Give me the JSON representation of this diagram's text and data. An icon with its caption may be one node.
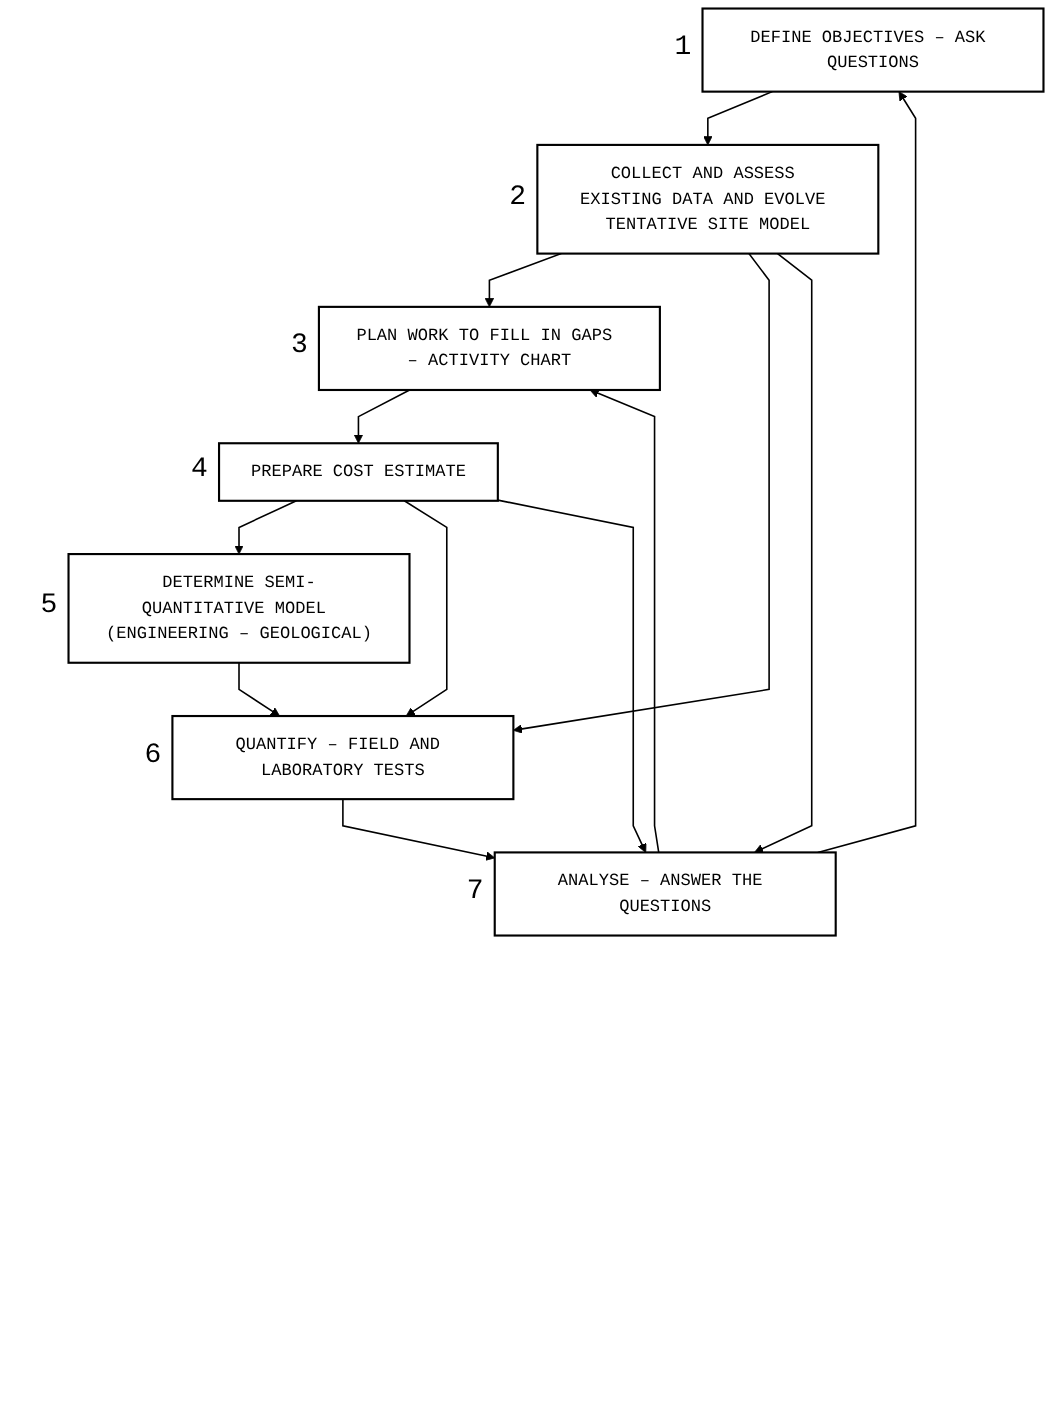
{
  "diagram": {
    "nodes": [
      {
        "text": [
          "DEFINE OBJECTIVES – ASK QUESTIONS"
        ],
        "beside": [
          "1"
        ]
      },
      {
        "text": [
          "COLLECT AND ASSESS EXISTING DATA AND EVOLVE TENTATIVE SITE MODEL"
        ],
        "beside": [
          "2"
        ]
      },
      {
        "text": [
          "PLAN WORK TO FILL IN GAPS – ACTIVITY CHART"
        ],
        "beside": [
          "3"
        ]
      },
      {
        "text": [
          "PREPARE COST ESTIMATE"
        ],
        "beside": [
          "4"
        ]
      },
      {
        "text": [
          "DETERMINE SEMI-QUANTITATIVE MODEL (ENGINEERING – GEOLOGICAL)"
        ],
        "beside": [
          "5"
        ]
      },
      {
        "text": [
          "QUANTIFY – FIELD AND LABORATORY TESTS"
        ],
        "beside": [
          "6"
        ]
      },
      {
        "text": [
          "ANALYSE – ANSWER THE QUESTIONS"
        ],
        "beside": [
          "7"
        ]
      }
    ],
    "edges": [
      {
        "from": 0,
        "to": 1,
        "arrow": "to"
      },
      {
        "from": 1,
        "to": 2,
        "arrow": "to"
      },
      {
        "from": 2,
        "to": 3,
        "arrow": "to"
      },
      {
        "from": 3,
        "to": 4,
        "arrow": "to"
      },
      {
        "from": 4,
        "to": 5,
        "arrow": "to"
      },
      {
        "from": 5,
        "to": 6,
        "arrow": "to"
      },
      {
        "from": 1,
        "to": 5,
        "arrow": "to"
      },
      {
        "from": 1,
        "to": 6,
        "arrow": "to"
      },
      {
        "from": 3,
        "to": 5,
        "arrow": "to"
      },
      {
        "from": 3,
        "to": 6,
        "arrow": "to"
      },
      {
        "from": 6,
        "to": 2,
        "arrow": "to"
      },
      {
        "from": 6,
        "to": 0,
        "arrow": "to"
      }
    ]
  }
}
